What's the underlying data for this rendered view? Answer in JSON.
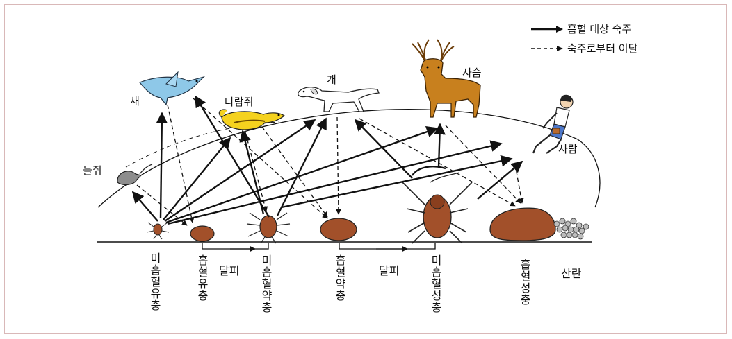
{
  "legend": {
    "solid_label": "흡혈 대상 숙주",
    "dashed_label": "숙주로부터 이탈"
  },
  "hosts": {
    "bird": "새",
    "squirrel": "다람쥐",
    "dog": "개",
    "deer": "사슴",
    "human": "사람",
    "field_mouse": "들쥐"
  },
  "stages": {
    "unfed_larva": "미흡혈유충",
    "fed_larva": "흡혈유충",
    "unfed_nymph": "미흡혈약충",
    "fed_nymph": "흡혈약충",
    "unfed_adult": "미흡혈성충",
    "fed_adult": "흡혈성충"
  },
  "transitions": {
    "molt_1": "탈피",
    "molt_2": "탈피",
    "oviposition": "산란"
  },
  "colors": {
    "bird": "#8ec8e8",
    "squirrel": "#f5d21e",
    "deer": "#c8801e",
    "tick": "#a2502a",
    "line": "#111111"
  }
}
